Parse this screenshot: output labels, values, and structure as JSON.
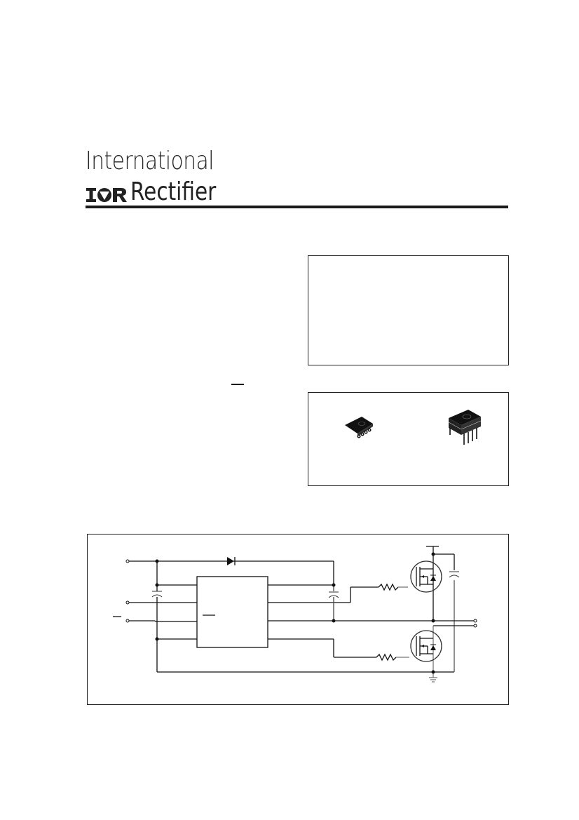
{
  "header": {
    "company_line1": "International",
    "logo_mark": "IOR",
    "company_line2": "Rectifier"
  },
  "product_summary_box": {
    "items": []
  },
  "packages_box": {
    "packages": [
      {
        "name": "soic-8-package-icon"
      },
      {
        "name": "dip-8-package-icon"
      }
    ]
  },
  "typical_connection_diagram": {
    "components": [
      "bootstrap-diode",
      "vcc-capacitor",
      "driver-ic-block",
      "bootstrap-capacitor",
      "high-side-gate-resistor",
      "low-side-gate-resistor",
      "high-side-mosfet",
      "low-side-mosfet",
      "bus-capacitor",
      "ground-symbol",
      "output-terminals"
    ]
  },
  "colors": {
    "ink": "#1a1a1a",
    "background": "#ffffff"
  }
}
